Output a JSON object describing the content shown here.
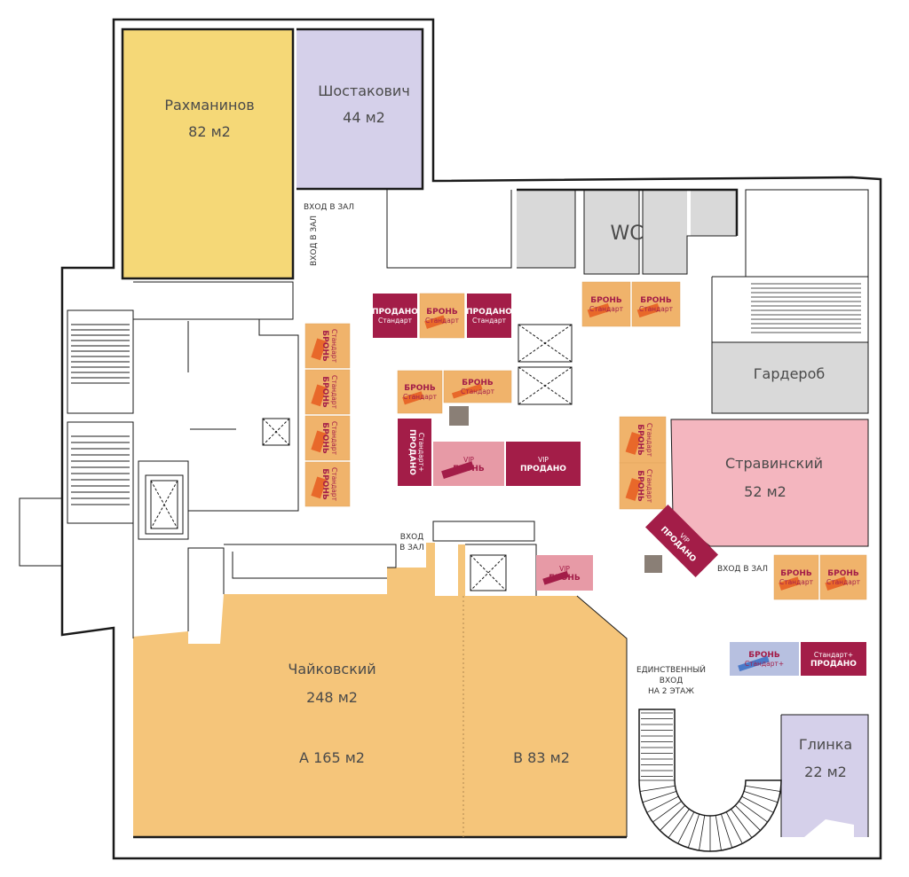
{
  "rooms": {
    "rachmaninov": {
      "name": "Рахманинов",
      "area": "82 м2",
      "color": "#f5d877"
    },
    "shostakovich": {
      "name": "Шостакович",
      "area": "44 м2",
      "color": "#d5d0ea"
    },
    "wc": {
      "name": "WC",
      "color": "#d9d9d9"
    },
    "wardrobe": {
      "name": "Гардероб",
      "color": "#d9d9d9"
    },
    "stravinsky": {
      "name": "Стравинский",
      "area": "52 м2",
      "color": "#f4b6bf"
    },
    "tchaikovsky": {
      "name": "Чайковский",
      "area": "248 м2",
      "part_a": "А 165 м2",
      "part_b": "В 83 м2",
      "color": "#f5c57a"
    },
    "glinka": {
      "name": "Глинка",
      "area": "22 м2",
      "color": "#d5d0ea"
    }
  },
  "labels": {
    "entry_hall_top": "ВХОД В ЗАЛ",
    "entry_hall_vertical": "ВХОД В ЗАЛ",
    "entry_hall_center_1": "ВХОД",
    "entry_hall_center_2": "В ЗАЛ",
    "entry_hall_right": "ВХОД В ЗАЛ",
    "only_entry_1": "ЕДИНСТВЕННЫЙ",
    "only_entry_2": "ВХОД",
    "only_entry_3": "НА 2 ЭТАЖ"
  },
  "booths": {
    "sold": "ПРОДАНО",
    "reserved": "БРОНЬ",
    "standard": "Стандарт",
    "standard_plus": "Стандарт+",
    "vip": "VIP"
  },
  "colors": {
    "sold": "#a31d48",
    "reserved": "#f0b36b",
    "reserved_bar": "#e8682a",
    "vip_reserved": "#e79aa6",
    "standard_plus_reserved": "#b7c0e0",
    "wall": "#1a1a1a",
    "gray": "#d9d9d9",
    "marker": "#8a7f76"
  }
}
